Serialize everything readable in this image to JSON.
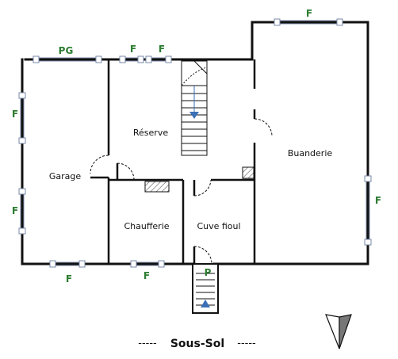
{
  "floor_title": "Sous-Sol",
  "caption_dashes": "-----",
  "rooms": {
    "reserve": "Réserve",
    "garage": "Garage",
    "buanderie": "Buanderie",
    "chaufferie": "Chaufferie",
    "cuve_fioul": "Cuve fioul"
  },
  "openings": {
    "pg": "PG",
    "f": "F",
    "p": "P"
  },
  "colors": {
    "wall": "#111111",
    "window_label": "#2e7d32",
    "stair_arrow": "#3b6fb6",
    "window_frame": "#7a8aa8",
    "hatch": "#555555"
  }
}
